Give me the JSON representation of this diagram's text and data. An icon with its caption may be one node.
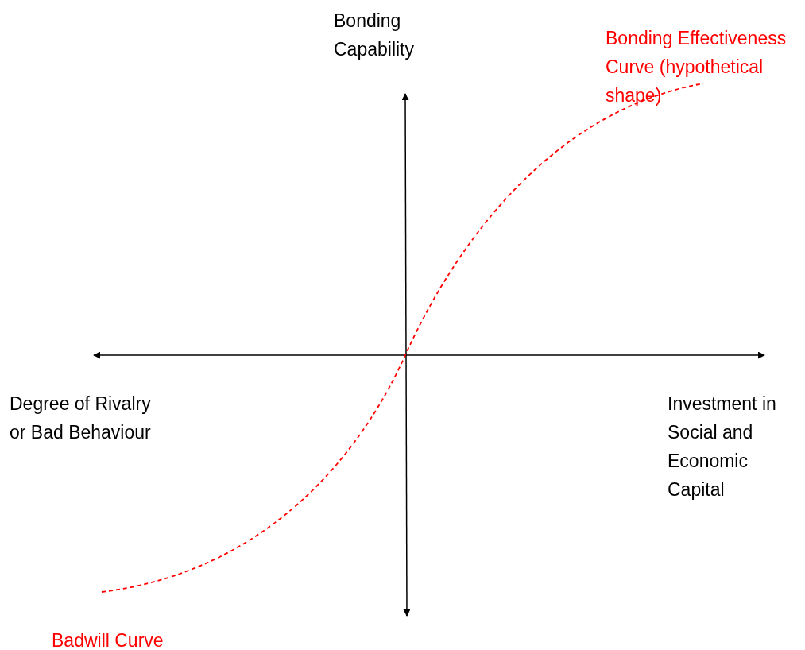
{
  "diagram": {
    "labels": [
      "Bonding Capability",
      "Bonding Effectiveness Curve (hypothetical shape)",
      "Degree of Rivalry or Bad Behaviour",
      "Investment in Social and Economic Capital",
      "Badwill Curve"
    ]
  }
}
